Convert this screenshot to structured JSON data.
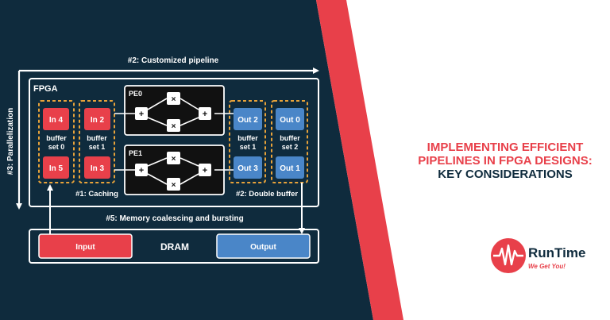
{
  "diagram": {
    "top_label": "#2: Customized pipeline",
    "side_label": "#3: Parallelization",
    "fpga_label": "FPGA",
    "pe0_label": "PE0",
    "pe1_label": "PE1",
    "inputs": [
      "In 4",
      "In 5",
      "In 2",
      "In 3"
    ],
    "outputs": [
      "Out 2",
      "Out 3",
      "Out 0",
      "Out 1"
    ],
    "buffer_labels": {
      "set0": [
        "buffer",
        "set 0"
      ],
      "set1a": [
        "buffer",
        "set 1"
      ],
      "set1b": [
        "buffer",
        "set 1"
      ],
      "set2": [
        "buffer",
        "set 2"
      ]
    },
    "caching_label": "#1: Caching",
    "double_buffer_label": "#2: Double buffer",
    "memory_label": "#5: Memory coalescing and bursting",
    "dram_label": "DRAM",
    "dram_input": "Input",
    "dram_output": "Output",
    "op_plus": "+",
    "op_times": "×"
  },
  "headline": {
    "line1": "IMPLEMENTING EFFICIENT",
    "line2": "PIPELINES IN FPGA DESIGNS:",
    "line3": "KEY CONSIDERATIONS"
  },
  "logo": {
    "brand": "RunTime",
    "tagline": "We Get You!"
  },
  "colors": {
    "navy": "#0f2b3d",
    "red": "#e8404a",
    "blue": "#4a86c8",
    "orange": "#e8a33a",
    "white": "#ffffff"
  }
}
